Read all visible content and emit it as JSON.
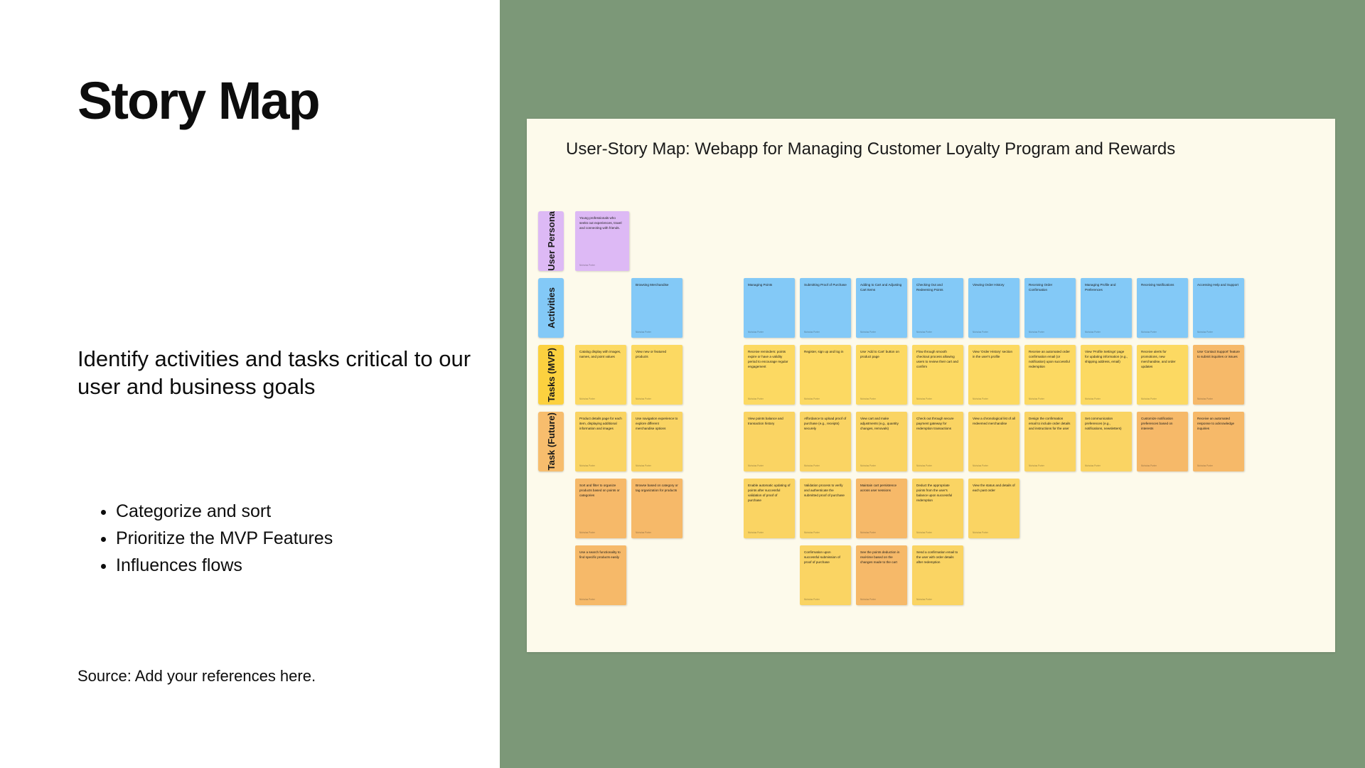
{
  "slide": {
    "title": "Story Map",
    "lede": "Identify activities and tasks critical to our user and business goals",
    "bullets": [
      "Categorize and sort",
      "Prioritize the MVP Features",
      "Influences flows"
    ],
    "source": "Source: Add your references here."
  },
  "board": {
    "title": "User-Story Map: Webapp for Managing Customer Loyalty Program and Rewards",
    "author": "Nicholas Porter",
    "colors": {
      "canvas": "#fdfaeb",
      "background": "#7c9878",
      "persona": "#ddb9f5",
      "activity": "#83c9f7",
      "mvp": "#fcd962",
      "future": "#fad463",
      "orange": "#f6b969"
    },
    "rows": [
      {
        "label": "User Persona",
        "label_color": "#ddb9f5",
        "notes": [
          {
            "col": 0,
            "color": "persona",
            "text": "Young professionals who seeks out experiences, travel and connecting with friends."
          }
        ]
      },
      {
        "label": "Activities",
        "label_color": "#83c9f7",
        "notes": [
          {
            "col": 1,
            "color": "blue",
            "text": "Browsing Merchandise"
          },
          {
            "col": 3,
            "color": "blue",
            "text": "Managing Points"
          },
          {
            "col": 4,
            "color": "blue",
            "text": "Submitting Proof of Purchase"
          },
          {
            "col": 5,
            "color": "blue",
            "text": "Adding to Cart and Adjusting Cart Items"
          },
          {
            "col": 6,
            "color": "blue",
            "text": "Checking Out and Redeeming Points"
          },
          {
            "col": 7,
            "color": "blue",
            "text": "Viewing Order History"
          },
          {
            "col": 8,
            "color": "blue",
            "text": "Receiving Order Confirmation"
          },
          {
            "col": 9,
            "color": "blue",
            "text": "Managing Profile and Preferences"
          },
          {
            "col": 10,
            "color": "blue",
            "text": "Receiving Notifications"
          },
          {
            "col": 11,
            "color": "blue",
            "text": "Accessing Help and Support"
          }
        ]
      },
      {
        "label": "Tasks (MVP)",
        "label_color": "#fcd13f",
        "notes": [
          {
            "col": 0,
            "color": "yellow",
            "text": "Catalog display with images, names, and point values"
          },
          {
            "col": 1,
            "color": "yellow",
            "text": "View new or featured products"
          },
          {
            "col": 3,
            "color": "yellow",
            "text": "Receive reminders: points expire or have a validity period to encourage regular engagement"
          },
          {
            "col": 4,
            "color": "yellow",
            "text": "Register, sign up and log in"
          },
          {
            "col": 5,
            "color": "yellow",
            "text": "Use 'Add to Cart' button on product page"
          },
          {
            "col": 6,
            "color": "yellow",
            "text": "Flow through smooth checkout process allowing users to review their cart and confirm"
          },
          {
            "col": 7,
            "color": "yellow",
            "text": "View 'Order History' section in the user's profile"
          },
          {
            "col": 8,
            "color": "yellow",
            "text": "Receive an automated order confirmation email (or notification) upon successful redemption"
          },
          {
            "col": 9,
            "color": "yellow",
            "text": "View 'Profile Settings' page for updating information (e.g., shipping address, email)"
          },
          {
            "col": 10,
            "color": "yellow",
            "text": "Receive alerts for promotions, new merchandise, and order updates"
          },
          {
            "col": 11,
            "color": "orange",
            "text": "Use 'Contact Support' feature to submit inquiries or issues"
          }
        ]
      },
      {
        "label": "Task (Future)",
        "label_color": "#f7bd6d",
        "notes": [
          {
            "col": 0,
            "color": "yellow2",
            "text": "Product details page for each item, displaying additional information and images"
          },
          {
            "col": 1,
            "color": "yellow2",
            "text": "Use navigation experience to explore different merchandise options"
          },
          {
            "col": 3,
            "color": "yellow2",
            "text": "View points balance and transaction history"
          },
          {
            "col": 4,
            "color": "yellow2",
            "text": "Affordance to upload proof of purchase (e.g., receipts) securely"
          },
          {
            "col": 5,
            "color": "yellow2",
            "text": "View cart and make adjustments (e.g., quantity changes, removals)"
          },
          {
            "col": 6,
            "color": "yellow2",
            "text": "Check out through secure payment gateway for redemption transactions"
          },
          {
            "col": 7,
            "color": "yellow2",
            "text": "View a chronological list of all redeemed merchandise"
          },
          {
            "col": 8,
            "color": "yellow2",
            "text": "Design the confirmation email to include order details and instructions for the user"
          },
          {
            "col": 9,
            "color": "yellow2",
            "text": "Set communication preferences (e.g., notifications, newsletters)"
          },
          {
            "col": 10,
            "color": "orange",
            "text": "Customize notification preferences based on interests"
          },
          {
            "col": 11,
            "color": "orange",
            "text": "Receive an automated response to acknowledge inquiries"
          }
        ]
      },
      {
        "label": "",
        "label_color": "",
        "notes": [
          {
            "col": 0,
            "color": "orange",
            "text": "Sort and filter to organize products based on points or categories"
          },
          {
            "col": 1,
            "color": "orange",
            "text": "Browse based on category or tag organization for products"
          },
          {
            "col": 3,
            "color": "yellow2",
            "text": "Enable automatic updating of points after successful validation of proof of purchase"
          },
          {
            "col": 4,
            "color": "yellow2",
            "text": "Validation process to verify and authenticate the submitted proof of purchase"
          },
          {
            "col": 5,
            "color": "orange",
            "text": "Maintain cart persistence across user sessions"
          },
          {
            "col": 6,
            "color": "yellow2",
            "text": "Deduct the appropriate points from the user's balance upon successful redemption"
          },
          {
            "col": 7,
            "color": "yellow2",
            "text": "View the status and details of each past order"
          }
        ]
      },
      {
        "label": "",
        "label_color": "",
        "notes": [
          {
            "col": 0,
            "color": "orange",
            "text": "Use a search functionality to find specific products easily"
          },
          {
            "col": 4,
            "color": "yellow2",
            "text": "Confirmation upon successful submission of proof of purchase"
          },
          {
            "col": 5,
            "color": "orange",
            "text": "See the points deduction in real-time based on the changes made to the cart"
          },
          {
            "col": 6,
            "color": "yellow2",
            "text": "Send a confirmation email to the user with order details after redemption"
          }
        ]
      }
    ]
  }
}
